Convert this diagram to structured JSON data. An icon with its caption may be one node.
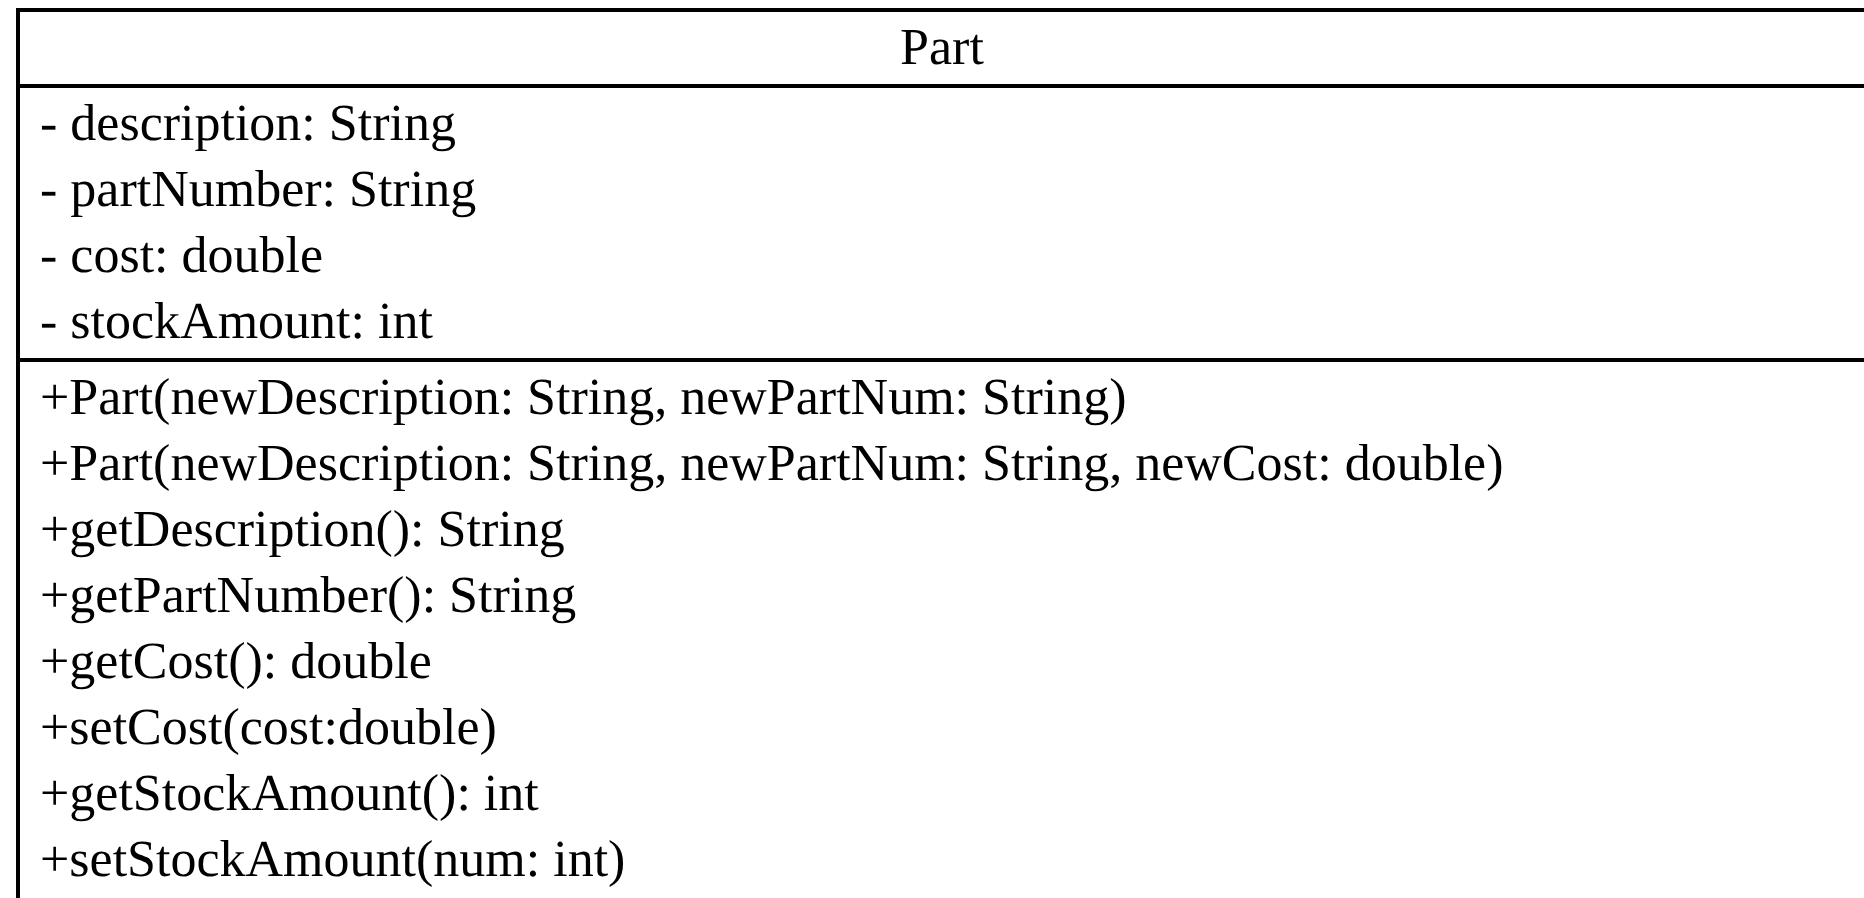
{
  "diagram": {
    "nodes": [
      {
        "text": [
          "Part"
        ]
      },
      {
        "text": [
          "- description: String",
          "- partNumber: String",
          "- cost: double",
          "- stockAmount: int"
        ],
        "in": 0
      },
      {
        "text": [
          "+Part(newDescription: String, newPartNum: String)",
          "+Part(newDescription: String, newPartNum: String, newCost: double)",
          "+getDescription(): String",
          "+getPartNumber(): String",
          "+getCost(): double",
          "+setCost(cost:double)",
          "+getStockAmount(): int",
          "+setStockAmount(num: int)"
        ],
        "in": 0
      }
    ]
  }
}
